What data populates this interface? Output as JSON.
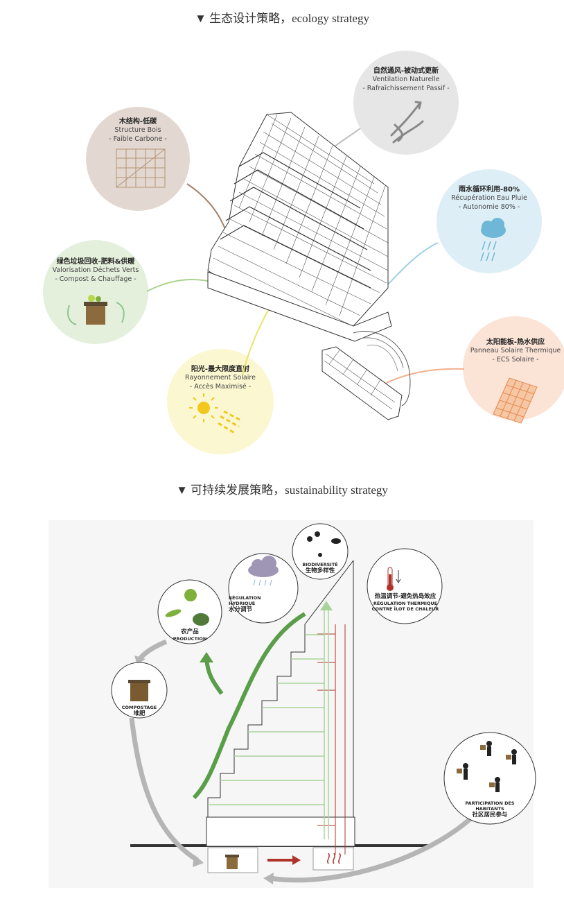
{
  "section1": {
    "title": "▼ 生态设计策略，ecology strategy",
    "bubbles": {
      "wood": {
        "cn": "木结构-低碳",
        "fr1": "Structure Bois",
        "fr2": "- Faible Carbone -",
        "color": "#e2d8d1",
        "line": "#a3826a"
      },
      "vent": {
        "cn": "自然通风-被动式更新",
        "fr1": "Ventilation Naturelle",
        "fr2": "- Rafraîchissement Passif -",
        "color": "#e6e6e6",
        "line": "#bdbdbd"
      },
      "rain": {
        "cn": "雨水循环利用-80%",
        "fr1": "Récupération Eau Pluie",
        "fr2": "- Autonomie 80% -",
        "color": "#ddeef6",
        "line": "#9fcfe3"
      },
      "compost": {
        "cn": "绿色垃圾回收-肥料&供暖",
        "fr1": "Valorisation Déchets Verts",
        "fr2": "- Compost & Chauffage -",
        "color": "#e4efdc",
        "line": "#a9d38c"
      },
      "sun": {
        "cn": "阳光-最大限度直射",
        "fr1": "Rayonnement Solaire",
        "fr2": "- Accès Maximisé -",
        "color": "#fbf7d0",
        "line": "#ece36a"
      },
      "solar": {
        "cn": "太阳能板-热水供应",
        "fr1": "Panneau Solaire Thermique",
        "fr2": "- ECS Solaire -",
        "color": "#fbe3d6",
        "line": "#f0b08c"
      }
    }
  },
  "section2": {
    "title": "▼ 可持续发展策略，sustainability strategy",
    "labels": {
      "bio": {
        "fr": "BIODIVERSITÉ",
        "cn": "生物多样性"
      },
      "hydro": {
        "fr1": "RÉGULATION",
        "fr2": "HYDRIQUE",
        "cn": "水分调节"
      },
      "thermal": {
        "cn": "热温调节-避免热岛效应",
        "fr1": "RÉGULATION THERMIQUE",
        "fr2": "CONTRE ÎLOT DE CHALEUR"
      },
      "prod": {
        "cn": "农产品",
        "fr": "PRODUCTION"
      },
      "compost": {
        "fr": "COMPOSTAGE",
        "cn": "堆肥"
      },
      "people": {
        "fr1": "PARTICIPATION DES",
        "fr2": "HABITANTS",
        "cn": "社区居民参与"
      }
    },
    "colors": {
      "green": "#5a9e4a",
      "grey": "#b5b5b5",
      "red": "#b0332a",
      "lightgreen": "#a8d39a"
    }
  }
}
